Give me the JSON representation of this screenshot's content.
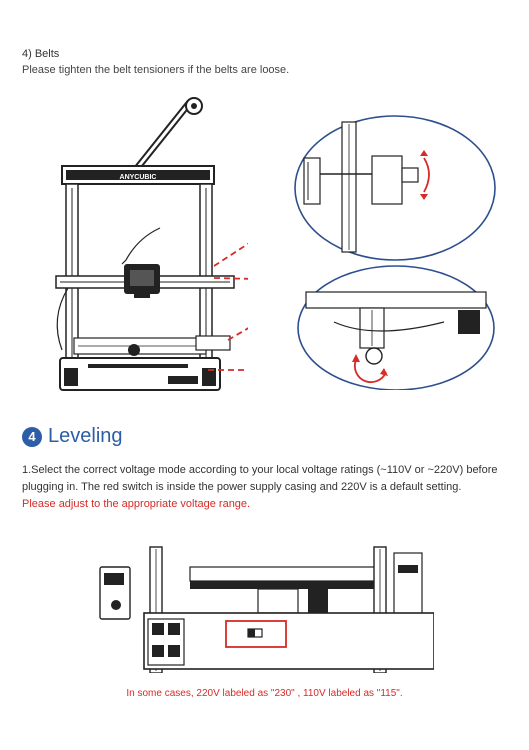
{
  "belts": {
    "heading": "4) Belts",
    "instruction": "Please tighten the belt tensioners if the belts are loose."
  },
  "printer": {
    "brand_label": "ANYCUBIC"
  },
  "leveling": {
    "step_number": "4",
    "title": "Leveling",
    "paragraph": "1.Select the correct voltage mode according to your local voltage ratings (~110V or ~220V) before plugging in. The red switch is inside the power supply casing and 220V is a default setting.",
    "warning": "Please adjust to the appropriate voltage range.",
    "caption": "In some cases, 220V labeled as \"230\" , 110V labeled as \"115\"."
  },
  "colors": {
    "accent_blue": "#2d5da6",
    "warning_red": "#d62b26",
    "zoom_circle": "#2d4f8e"
  }
}
